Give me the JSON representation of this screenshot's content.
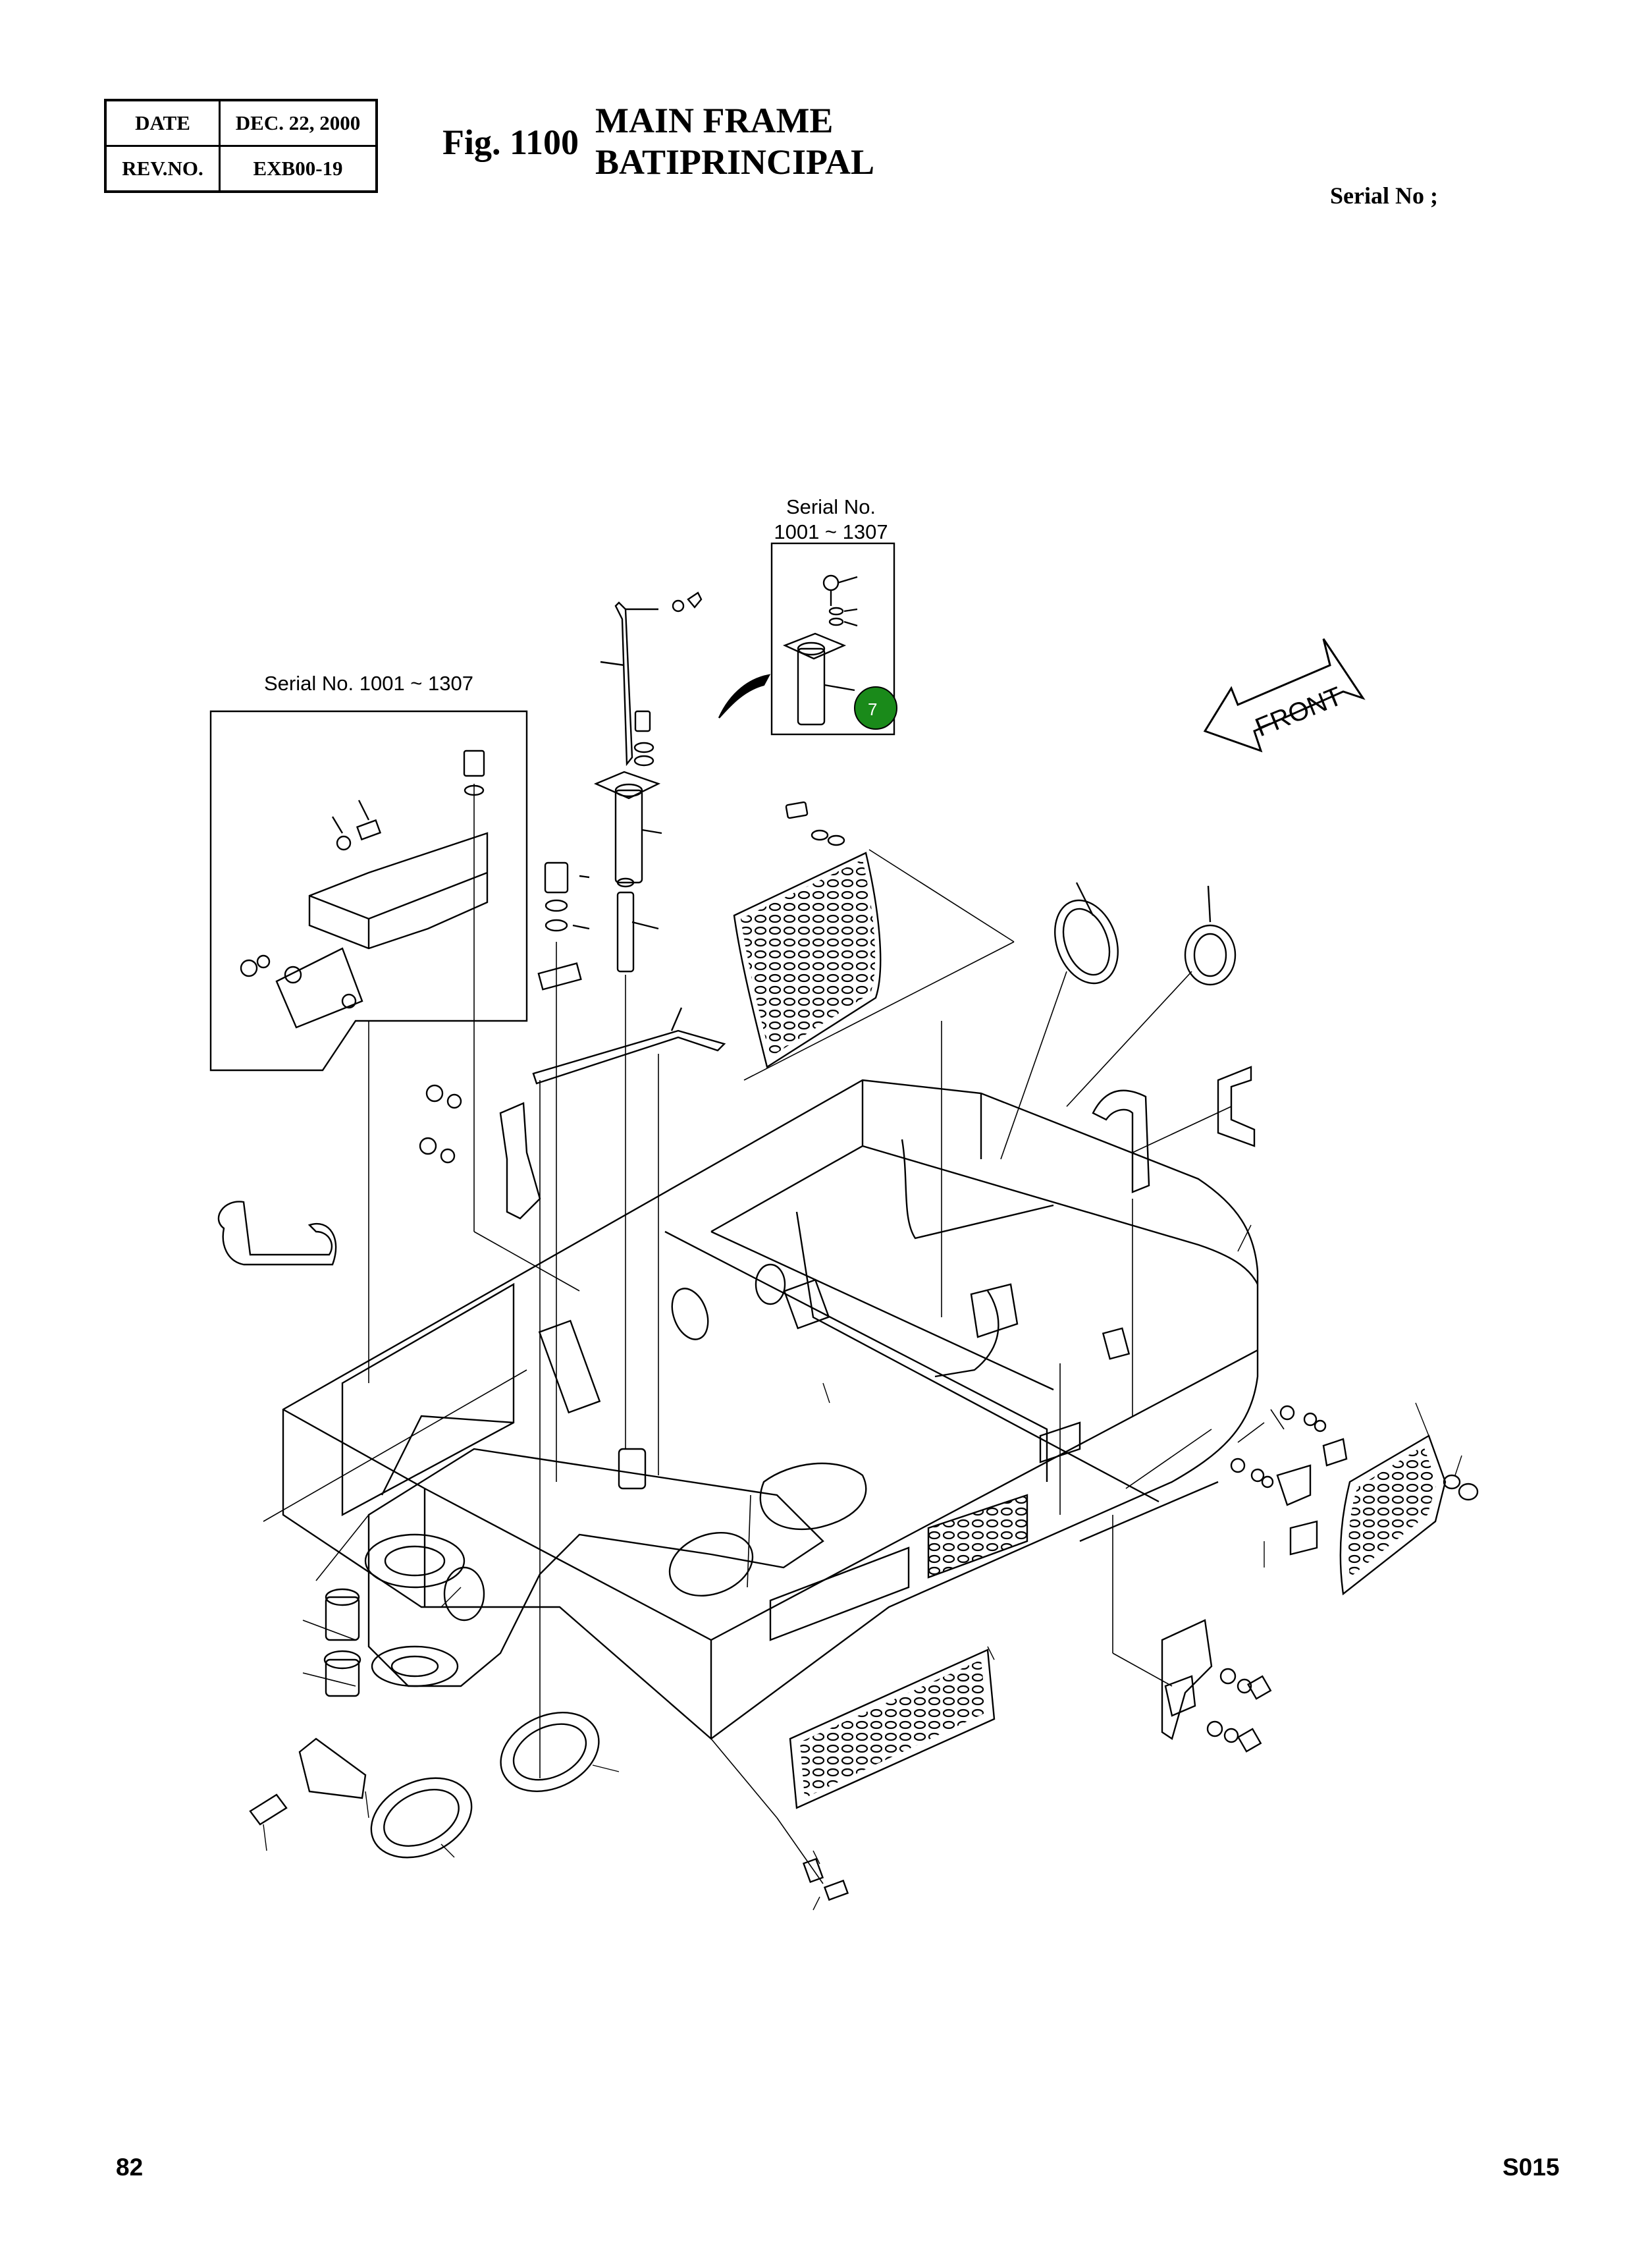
{
  "header": {
    "date_label": "DATE",
    "date_value": "DEC. 22, 2000",
    "rev_label": "REV.NO.",
    "rev_value": "EXB00-19",
    "fig_label": "Fig. 1100",
    "title_en": "MAIN FRAME",
    "title_fr": "BATIPRINCIPAL",
    "serial_label": "Serial No ;"
  },
  "diagram": {
    "inset_top_line1": "Serial No.",
    "inset_top_line2": "1001 ~ 1307",
    "inset_left_label": "Serial No. 1001 ~ 1307",
    "front_label": "FRONT",
    "callout_number": "7",
    "callout_color": "#1a8a1a"
  },
  "footer": {
    "page_number": "82",
    "page_code": "S015"
  }
}
